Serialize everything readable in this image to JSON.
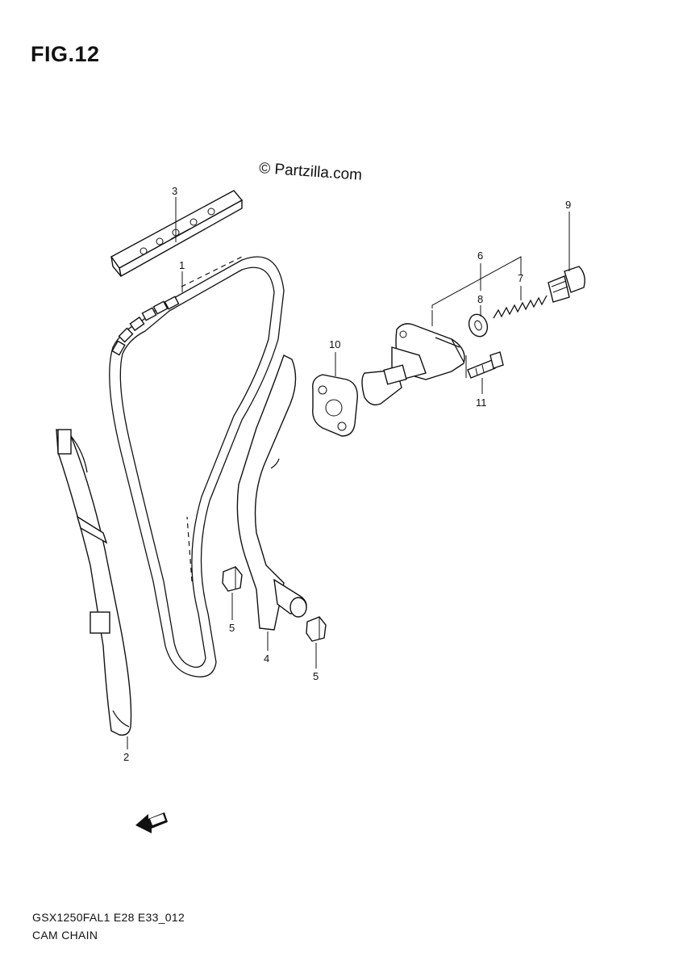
{
  "figure_title": "FIG.12",
  "watermark": "© Partzilla.com",
  "footer": {
    "code": "GSX1250FAL1 E28 E33_012",
    "name": "CAM CHAIN"
  },
  "callouts": {
    "c1": "1",
    "c2": "2",
    "c3": "3",
    "c4": "4",
    "c5a": "5",
    "c5b": "5",
    "c6": "6",
    "c7": "7",
    "c8": "8",
    "c9": "9",
    "c10": "10",
    "c11": "11"
  },
  "icons": {
    "fwd_arrow": "fwd-arrow-icon"
  }
}
